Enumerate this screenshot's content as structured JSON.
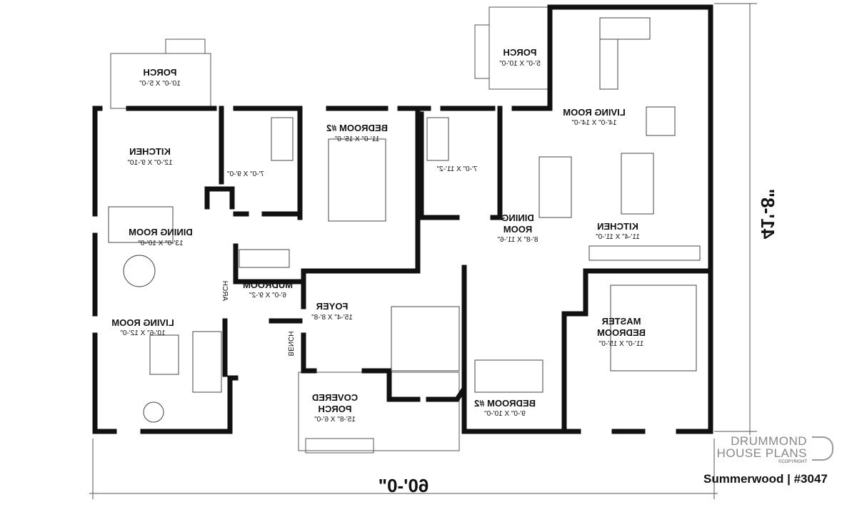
{
  "rooms": {
    "porch_left": {
      "name": "PORCH",
      "size": "10'-0\" X 5'-0\""
    },
    "kitchen_left": {
      "name": "KITCHEN",
      "size": "12'-0\" X 9'-10\""
    },
    "bath_left": {
      "size": "7'-0\" X 9'-0\""
    },
    "bedroom2_top": {
      "name": "BEDROOM #2",
      "size": "11'-0\" X 15'-0\""
    },
    "dining_left": {
      "name": "DINING ROOM",
      "size": "13'-0\" X 10'-0\""
    },
    "mudroom": {
      "name": "MUDROOM",
      "size": "6'-0\" X 9'-2\""
    },
    "arch": {
      "name": "ARCH"
    },
    "foyer": {
      "name": "FOYER",
      "size": "15'-4\" X 8'-8\""
    },
    "bench": {
      "name": "BENCH"
    },
    "living_left": {
      "name": "LIVING ROOM",
      "size": "10'-6\" X 12'-0\""
    },
    "covered_porch": {
      "name1": "COVERED",
      "name2": "PORCH",
      "size": "15'-8\" X 6'-0\""
    },
    "porch_right": {
      "name": "PORCH",
      "size": "5'-0\" X 10'-0\""
    },
    "living_right": {
      "name": "LIVING ROOM",
      "size": "14'-0\" X 14'-0\""
    },
    "bath_right": {
      "size": "7'-0\" X 11'-2\""
    },
    "dining_right": {
      "name1": "DINING",
      "name2": "ROOM",
      "size": "8'-8\" X 11'-6\""
    },
    "kitchen_right": {
      "name": "KITCHEN",
      "size": "11'-4\" X 11'-0\""
    },
    "master": {
      "name1": "MASTER",
      "name2": "BEDROOM",
      "size": "11'-0\" X 15'-0\""
    },
    "bedroom2_bottom": {
      "name": "BEDROOM #2",
      "size": "9'-0\" X 10'-0\""
    }
  },
  "dimensions": {
    "width": "60'-0\"",
    "depth": "41'-8\""
  },
  "branding": {
    "line1": "DRUMMOND",
    "line2": "HOUSE PLANS",
    "copyright": "©COPYRIGHT",
    "plan": "Summerwood | #3047"
  }
}
